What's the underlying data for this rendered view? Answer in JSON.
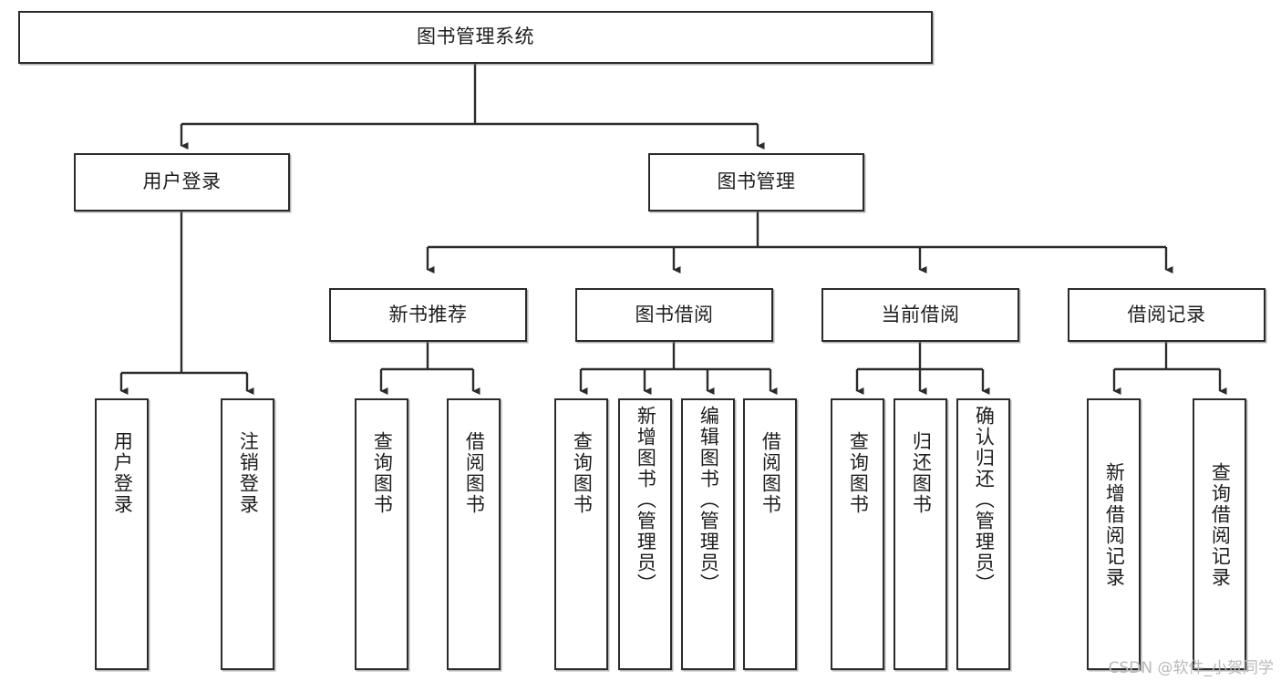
{
  "diagram": {
    "title": "图书管理系统",
    "type": "tree",
    "orientation": "top-down",
    "stroke_color": "#2b2b2b",
    "fill_color": "#ffffff",
    "text_color": "#1d1d1d"
  },
  "watermark": {
    "text": "CSDN @软件_小贺同学",
    "color": "#b9b9b9"
  },
  "nodes": {
    "root": {
      "label": "图书管理系统"
    },
    "level2": [
      {
        "label": "用户登录"
      },
      {
        "label": "图书管理"
      }
    ],
    "level3": [
      {
        "label": "新书推荐"
      },
      {
        "label": "图书借阅"
      },
      {
        "label": "当前借阅"
      },
      {
        "label": "借阅记录"
      }
    ],
    "leaves": {
      "user_login": [
        {
          "label": "用户登录"
        },
        {
          "label": "注销登录"
        }
      ],
      "new_book": [
        {
          "label": "查询图书"
        },
        {
          "label": "借阅图书"
        }
      ],
      "book_borrow": [
        {
          "label": "查询图书"
        },
        {
          "label": "新增图书（管理员）"
        },
        {
          "label": "编辑图书（管理员）"
        },
        {
          "label": "借阅图书"
        }
      ],
      "current_borrow": [
        {
          "label": "查询图书"
        },
        {
          "label": "归还图书"
        },
        {
          "label": "确认归还（管理员）"
        }
      ],
      "borrow_record": [
        {
          "label": "新增借阅记录"
        },
        {
          "label": "查询借阅记录"
        }
      ]
    }
  }
}
